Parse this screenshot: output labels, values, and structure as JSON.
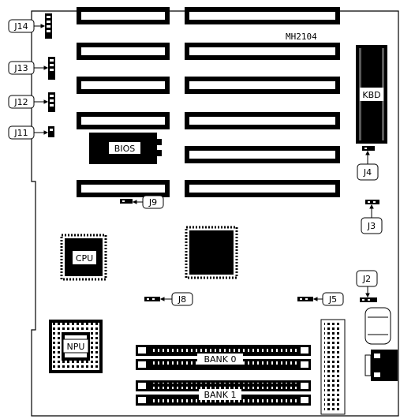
{
  "board": {
    "model": "MH2104",
    "components": {
      "bios": "BIOS",
      "cpu": "CPU",
      "npu": "NPU",
      "kbd": "KBD",
      "bank0": "BANK 0",
      "bank1": "BANK 1"
    },
    "jumpers": {
      "j14": "J14",
      "j13": "J13",
      "j12": "J12",
      "j11": "J11",
      "j9": "J9",
      "j8": "J8",
      "j5": "J5",
      "j4": "J4",
      "j3": "J3",
      "j2": "J2"
    }
  },
  "colors": {
    "ink": "#000000",
    "paper": "#ffffff"
  }
}
